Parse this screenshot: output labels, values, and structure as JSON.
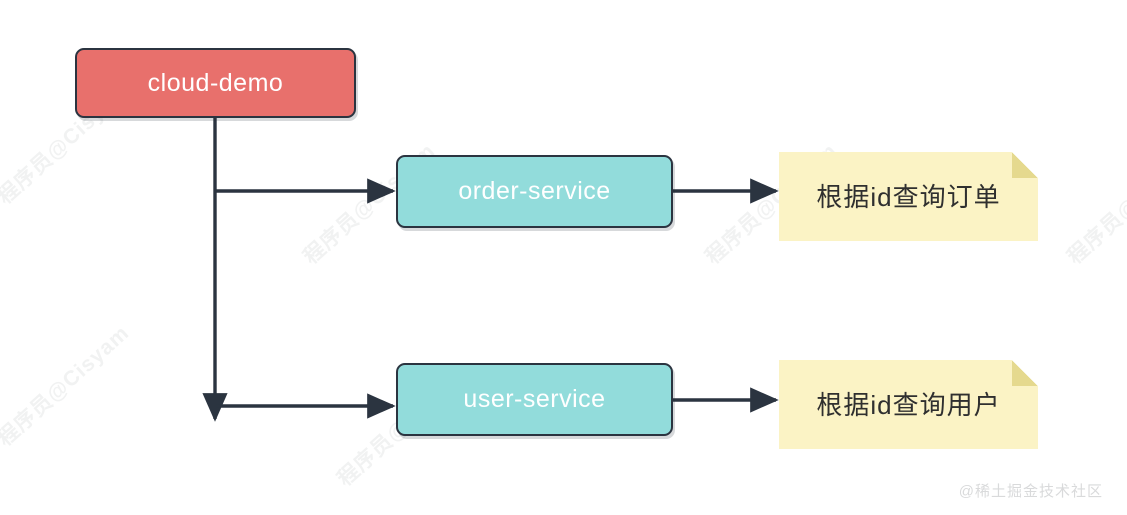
{
  "diagram": {
    "root": {
      "label": "cloud-demo",
      "color": "#e8706c"
    },
    "services": [
      {
        "label": "order-service",
        "color": "#92dcdb"
      },
      {
        "label": "user-service",
        "color": "#92dcdb"
      }
    ],
    "notes": [
      {
        "label": "根据id查询订单",
        "color": "#fbf3c5"
      },
      {
        "label": "根据id查询用户",
        "color": "#fbf3c5"
      }
    ],
    "connector_color": "#2b3440",
    "border_color": "#2b3440"
  },
  "watermarks": {
    "tile_text": "程序员@Cisyam",
    "corner_text": "@稀土掘金技术社区"
  }
}
